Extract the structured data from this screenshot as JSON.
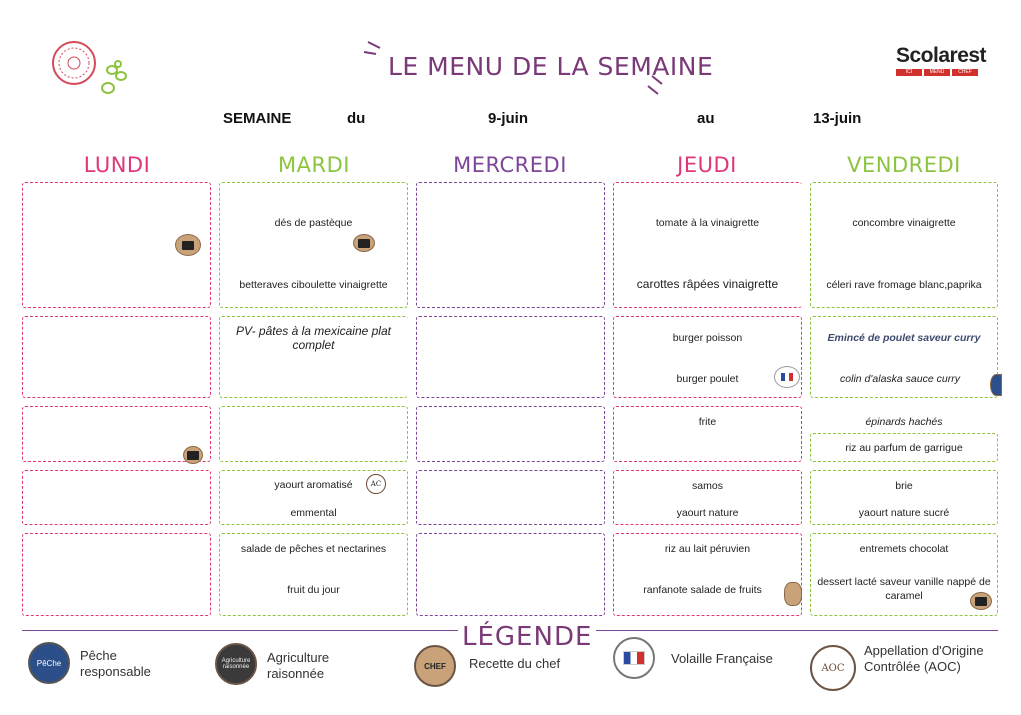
{
  "header": {
    "title": "LE MENU DE LA SEMAINE",
    "semaine_label": "SEMAINE",
    "du_label": "du",
    "start_date": "9-juin",
    "au_label": "au",
    "end_date": "13-juin",
    "brand_name": "Scolarest",
    "brand_tags": [
      "ICI",
      "MENU",
      "CHEF"
    ]
  },
  "days": [
    "LUNDI",
    "MARDI",
    "MERCREDI",
    "JEUDI",
    "VENDREDI"
  ],
  "day_colors": [
    "#e0367a",
    "#8cc43f",
    "#7d4698",
    "#e0367a",
    "#8cc43f"
  ],
  "menu": {
    "mardi": {
      "entree_1": "dés de pastèque",
      "entree_2": "betteraves ciboulette vinaigrette",
      "plat": "PV- pâtes à la mexicaine plat complet",
      "laitage_1": "yaourt aromatisé",
      "laitage_2": "emmental",
      "dessert_1": "salade de pêches et nectarines",
      "dessert_2": "fruit du jour"
    },
    "jeudi": {
      "entree_1": "tomate à la vinaigrette",
      "entree_2": "carottes râpées vinaigrette",
      "plat_1": "burger poisson",
      "plat_2": "burger poulet",
      "accomp": "frite",
      "laitage_1": "samos",
      "laitage_2": "yaourt nature",
      "dessert_1": "riz au lait péruvien",
      "dessert_2": "ranfanote salade de fruits"
    },
    "vendredi": {
      "entree_1": "concombre vinaigrette",
      "entree_2": "céleri rave fromage blanc,paprika",
      "plat_1": "Emincé de poulet saveur curry",
      "plat_2": "colin d'alaska sauce curry",
      "accomp_1": "épinards hachés",
      "accomp_2": "riz au parfum de garrigue",
      "laitage_1": "brie",
      "laitage_2": "yaourt nature sucré",
      "dessert_1": "entremets chocolat",
      "dessert_2": "dessert lacté saveur vanille nappé de caramel"
    }
  },
  "legend": {
    "title": "LÉGENDE",
    "items": [
      {
        "label": "Pêche responsable",
        "icon": "peche-responsable-icon",
        "icon_text": "PêChe"
      },
      {
        "label": "Agriculture raisonnée",
        "icon": "agriculture-raisonnee-icon",
        "icon_text": "Agriculture raisonnée"
      },
      {
        "label": "Recette du chef",
        "icon": "recette-chef-icon",
        "icon_text": "CHEF"
      },
      {
        "label": "Volaille Française",
        "icon": "volaille-francaise-icon",
        "icon_text": ""
      },
      {
        "label": "Appellation d'Origine Contrôlée (AOC)",
        "icon": "aoc-icon",
        "icon_text": "AOC"
      }
    ]
  }
}
